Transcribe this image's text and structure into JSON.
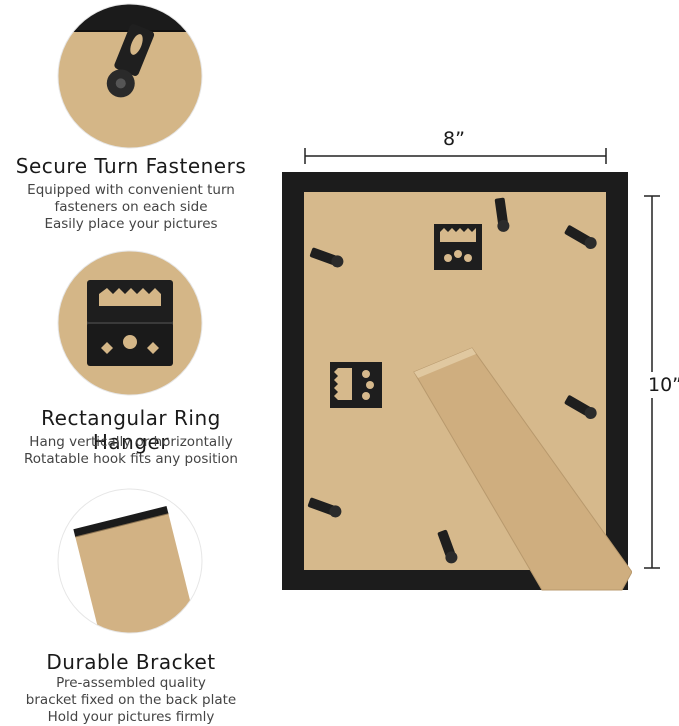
{
  "features": [
    {
      "title": "Secure Turn Fasteners",
      "lines": [
        "Equipped with convenient turn",
        "fasteners on each side",
        "Easily place your pictures"
      ],
      "icon": "turn-fastener-icon"
    },
    {
      "title": "Rectangular Ring Hanger",
      "lines": [
        "Hang vertically or horizontally",
        "Rotatable hook fits any position"
      ],
      "icon": "sawtooth-hanger-icon"
    },
    {
      "title": "Durable Bracket",
      "lines": [
        "Pre-assembled quality",
        "bracket fixed on the back plate",
        "Hold your pictures firmly"
      ],
      "icon": "easel-bracket-icon"
    }
  ],
  "dimensions": {
    "width_label": "8”",
    "height_label": "10”"
  },
  "colors": {
    "kraft": "#d7b98c",
    "frame": "#1a1a1a",
    "metal": "#222222"
  }
}
